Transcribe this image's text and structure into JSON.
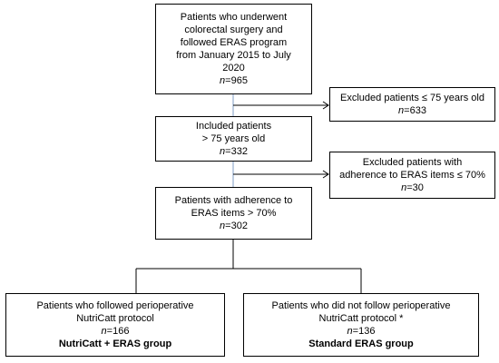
{
  "colors": {
    "border": "#000000",
    "connector": "#000000",
    "connector_accent": "#7f9ec4",
    "background": "#ffffff"
  },
  "boxes": {
    "initial": {
      "lines": [
        "Patients who underwent",
        "colorectal surgery and",
        "followed ERAS program",
        "from January 2015 to July",
        "2020"
      ],
      "n_label": "n",
      "n_value": "=965"
    },
    "excluded_age": {
      "lines": [
        "Excluded patients ≤ 75 years old"
      ],
      "n_label": "n",
      "n_value": "=633"
    },
    "included": {
      "lines": [
        "Included patients",
        "> 75 years old"
      ],
      "n_label": "n",
      "n_value": "=332"
    },
    "excluded_adherence": {
      "lines": [
        "Excluded patients with",
        "adherence to ERAS items ≤ 70%"
      ],
      "n_label": "n",
      "n_value": "=30"
    },
    "adherence": {
      "lines": [
        "Patients  with adherence to",
        "ERAS items > 70%"
      ],
      "n_label": "n",
      "n_value": "=302"
    },
    "nutricatt": {
      "lines": [
        "Patients who followed perioperative",
        "NutriCatt protocol"
      ],
      "n_label": "n",
      "n_value": "=166",
      "group": "NutriCatt + ERAS group"
    },
    "standard": {
      "lines": [
        "Patients who did not follow perioperative",
        "NutriCatt protocol *"
      ],
      "n_label": "n",
      "n_value": "=136",
      "group": "Standard ERAS group"
    }
  }
}
